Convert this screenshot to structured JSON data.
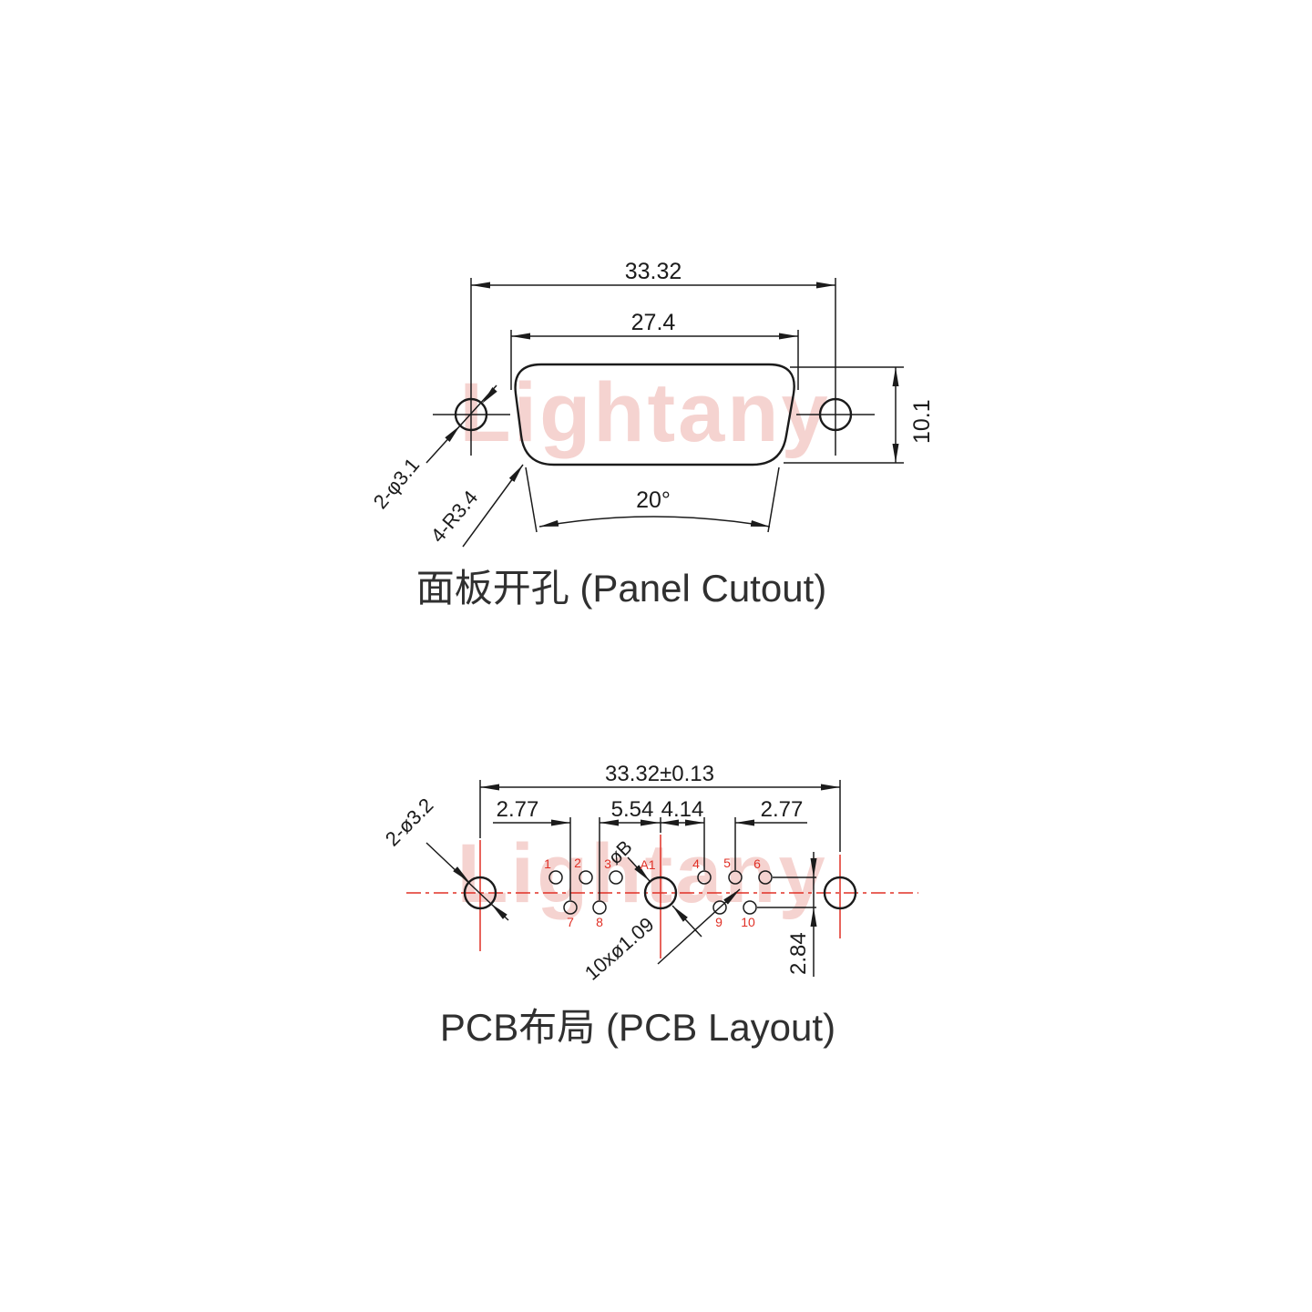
{
  "watermark": {
    "text": "Lightany",
    "color": "#f5d3d0"
  },
  "colors": {
    "line": "#1b1b1b",
    "red": "#e03026",
    "title": "#303030"
  },
  "panel_cutout": {
    "title": "面板开孔 (Panel Cutout)",
    "dims": {
      "outer_width": "33.32",
      "inner_width": "27.4",
      "height": "10.1",
      "angle": "20°"
    },
    "labels": {
      "mount_holes": "2-φ3.1",
      "corner_radius": "4-R3.4"
    }
  },
  "pcb_layout": {
    "title": "PCB布局 (PCB Layout)",
    "dims": {
      "outer_width": "33.32±0.13",
      "pitch_left": "2.77",
      "pitch_mid_left": "5.54",
      "pitch_mid_right": "4.14",
      "pitch_right": "2.77",
      "row_offset": "2.84"
    },
    "labels": {
      "mount_holes": "2-ø3.2",
      "coax_diameter": "øB",
      "pin_holes": "10xø1.09"
    },
    "pins": [
      "1",
      "2",
      "3",
      "A1",
      "4",
      "5",
      "6",
      "7",
      "8",
      "9",
      "10"
    ]
  }
}
